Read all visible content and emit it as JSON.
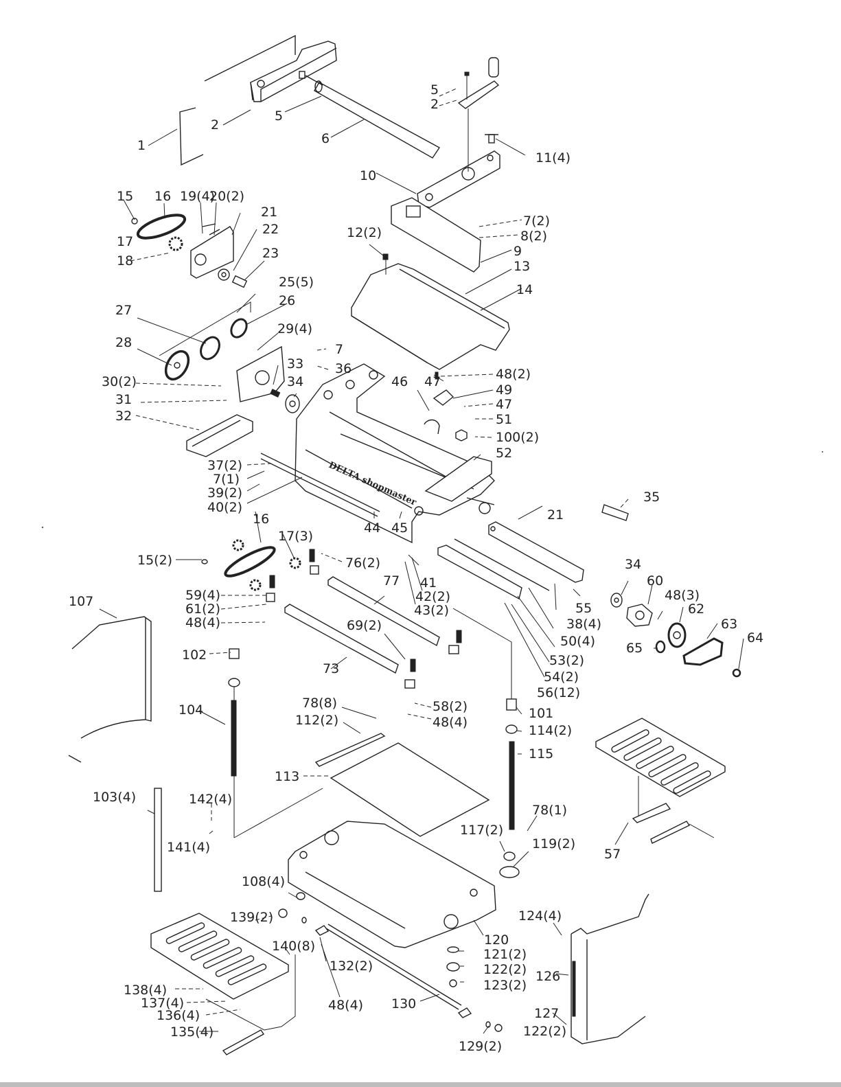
{
  "diagram": {
    "title": "Planer exploded parts view",
    "brand_text": "DELTA shopmaster",
    "labels": [
      {
        "id": "p1",
        "text": "1"
      },
      {
        "id": "p2",
        "text": "2"
      },
      {
        "id": "p5",
        "text": "5"
      },
      {
        "id": "p6",
        "text": "6"
      },
      {
        "id": "p5b",
        "text": "5"
      },
      {
        "id": "p2b",
        "text": "2"
      },
      {
        "id": "p10",
        "text": "10"
      },
      {
        "id": "p11",
        "text": "11(4)"
      },
      {
        "id": "p15",
        "text": "15"
      },
      {
        "id": "p16",
        "text": "16"
      },
      {
        "id": "p19",
        "text": "19(4)"
      },
      {
        "id": "p20",
        "text": "20(2)"
      },
      {
        "id": "p21",
        "text": "21"
      },
      {
        "id": "p22",
        "text": "22"
      },
      {
        "id": "p23",
        "text": "23"
      },
      {
        "id": "p17",
        "text": "17"
      },
      {
        "id": "p18",
        "text": "18"
      },
      {
        "id": "p25",
        "text": "25(5)"
      },
      {
        "id": "p26",
        "text": "26"
      },
      {
        "id": "p27",
        "text": "27"
      },
      {
        "id": "p28",
        "text": "28"
      },
      {
        "id": "p29",
        "text": "29(4)"
      },
      {
        "id": "p30",
        "text": "30(2)"
      },
      {
        "id": "p31",
        "text": "31"
      },
      {
        "id": "p32",
        "text": "32"
      },
      {
        "id": "p33",
        "text": "33"
      },
      {
        "id": "p34",
        "text": "34"
      },
      {
        "id": "p7a",
        "text": "7"
      },
      {
        "id": "p36",
        "text": "36"
      },
      {
        "id": "p12",
        "text": "12(2)"
      },
      {
        "id": "p7b",
        "text": "7(2)"
      },
      {
        "id": "p8",
        "text": "8(2)"
      },
      {
        "id": "p9",
        "text": "9"
      },
      {
        "id": "p13",
        "text": "13"
      },
      {
        "id": "p14",
        "text": "14"
      },
      {
        "id": "p46",
        "text": "46"
      },
      {
        "id": "p47a",
        "text": "47"
      },
      {
        "id": "p48a",
        "text": "48(2)"
      },
      {
        "id": "p49",
        "text": "49"
      },
      {
        "id": "p47",
        "text": "47"
      },
      {
        "id": "p51",
        "text": "51"
      },
      {
        "id": "p100",
        "text": "100(2)"
      },
      {
        "id": "p52",
        "text": "52"
      },
      {
        "id": "p37",
        "text": "37(2)"
      },
      {
        "id": "p7c",
        "text": "7(1)"
      },
      {
        "id": "p39",
        "text": "39(2)"
      },
      {
        "id": "p40",
        "text": "40(2)"
      },
      {
        "id": "p35",
        "text": "35"
      },
      {
        "id": "p21b",
        "text": "21"
      },
      {
        "id": "p44",
        "text": "44"
      },
      {
        "id": "p45",
        "text": "45"
      },
      {
        "id": "p16b",
        "text": "16"
      },
      {
        "id": "p17b",
        "text": "17(3)"
      },
      {
        "id": "p15b",
        "text": "15(2)"
      },
      {
        "id": "p76",
        "text": "76(2)"
      },
      {
        "id": "p41",
        "text": "41"
      },
      {
        "id": "p42",
        "text": "42(2)"
      },
      {
        "id": "p43",
        "text": "43(2)"
      },
      {
        "id": "p77",
        "text": "77"
      },
      {
        "id": "p34b",
        "text": "34"
      },
      {
        "id": "p60",
        "text": "60"
      },
      {
        "id": "p48b",
        "text": "48(3)"
      },
      {
        "id": "p62",
        "text": "62"
      },
      {
        "id": "p63",
        "text": "63"
      },
      {
        "id": "p64",
        "text": "64"
      },
      {
        "id": "p55",
        "text": "55"
      },
      {
        "id": "p38",
        "text": "38(4)"
      },
      {
        "id": "p50",
        "text": "50(4)"
      },
      {
        "id": "p53",
        "text": "53(2)"
      },
      {
        "id": "p54",
        "text": "54(2)"
      },
      {
        "id": "p56",
        "text": "56(12)"
      },
      {
        "id": "p65",
        "text": "65"
      },
      {
        "id": "p107",
        "text": "107"
      },
      {
        "id": "p59",
        "text": "59(4)"
      },
      {
        "id": "p61",
        "text": "61(2)"
      },
      {
        "id": "p48c",
        "text": "48(4)"
      },
      {
        "id": "p69",
        "text": "69(2)"
      },
      {
        "id": "p102",
        "text": "102"
      },
      {
        "id": "p73",
        "text": "73"
      },
      {
        "id": "p104",
        "text": "104"
      },
      {
        "id": "p78a",
        "text": "78(8)"
      },
      {
        "id": "p112",
        "text": "112(2)"
      },
      {
        "id": "p58",
        "text": "58(2)"
      },
      {
        "id": "p48d",
        "text": "48(4)"
      },
      {
        "id": "p101",
        "text": "101"
      },
      {
        "id": "p114",
        "text": "114(2)"
      },
      {
        "id": "p115",
        "text": "115"
      },
      {
        "id": "p113",
        "text": "113"
      },
      {
        "id": "p103",
        "text": "103(4)"
      },
      {
        "id": "p142",
        "text": "142(4)"
      },
      {
        "id": "p141",
        "text": "141(4)"
      },
      {
        "id": "p78b",
        "text": "78(1)"
      },
      {
        "id": "p117",
        "text": "117(2)"
      },
      {
        "id": "p119",
        "text": "119(2)"
      },
      {
        "id": "p57",
        "text": "57"
      },
      {
        "id": "p108",
        "text": "108(4)"
      },
      {
        "id": "p139",
        "text": "139(2)"
      },
      {
        "id": "p140",
        "text": "140(8)"
      },
      {
        "id": "p132",
        "text": "132(2)"
      },
      {
        "id": "p124",
        "text": "124(4)"
      },
      {
        "id": "p120",
        "text": "120"
      },
      {
        "id": "p121",
        "text": "121(2)"
      },
      {
        "id": "p122",
        "text": "122(2)"
      },
      {
        "id": "p123",
        "text": "123(2)"
      },
      {
        "id": "p126",
        "text": "126"
      },
      {
        "id": "p138",
        "text": "138(4)"
      },
      {
        "id": "p137",
        "text": "137(4)"
      },
      {
        "id": "p136",
        "text": "136(4)"
      },
      {
        "id": "p135",
        "text": "135(4)"
      },
      {
        "id": "p48e",
        "text": "48(4)"
      },
      {
        "id": "p130",
        "text": "130"
      },
      {
        "id": "p127",
        "text": "127"
      },
      {
        "id": "p122b",
        "text": "122(2)"
      },
      {
        "id": "p129",
        "text": "129(2)"
      }
    ]
  }
}
